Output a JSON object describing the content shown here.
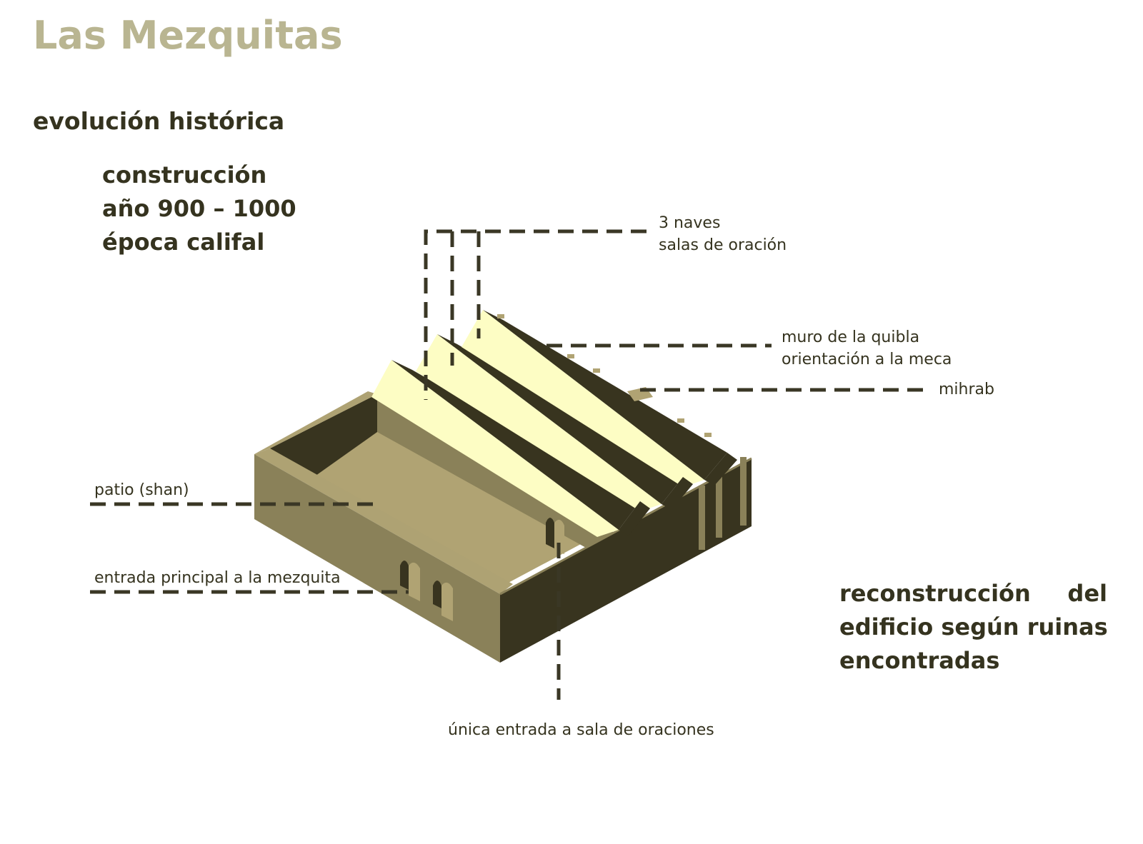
{
  "title": "Las Mezquitas",
  "subtitle": "evolución histórica",
  "info": {
    "line1": "construcción",
    "line2": "año 900 – 1000",
    "line3": "época califal"
  },
  "reconstruction": {
    "line1": "reconstrucción del",
    "line2": "edificio según ruinas",
    "line3": "encontradas"
  },
  "labels": {
    "naves_line1": "3 naves",
    "naves_line2": "salas de oración",
    "quibla_line1": "muro de la quibla",
    "quibla_line2": "orientación a la meca",
    "mihrab": "mihrab",
    "patio": "patio (shan)",
    "entrada_principal": "entrada principal a la mezquita",
    "unica_entrada": "única entrada a sala de oraciones"
  },
  "colors": {
    "title": "#b9b591",
    "text": "#35331f",
    "roof_light": "#fdfdc4",
    "wall_mid": "#8a8159",
    "wall_dark": "#38341f",
    "floor": "#b0a373",
    "leader_line": "#3a3725"
  }
}
